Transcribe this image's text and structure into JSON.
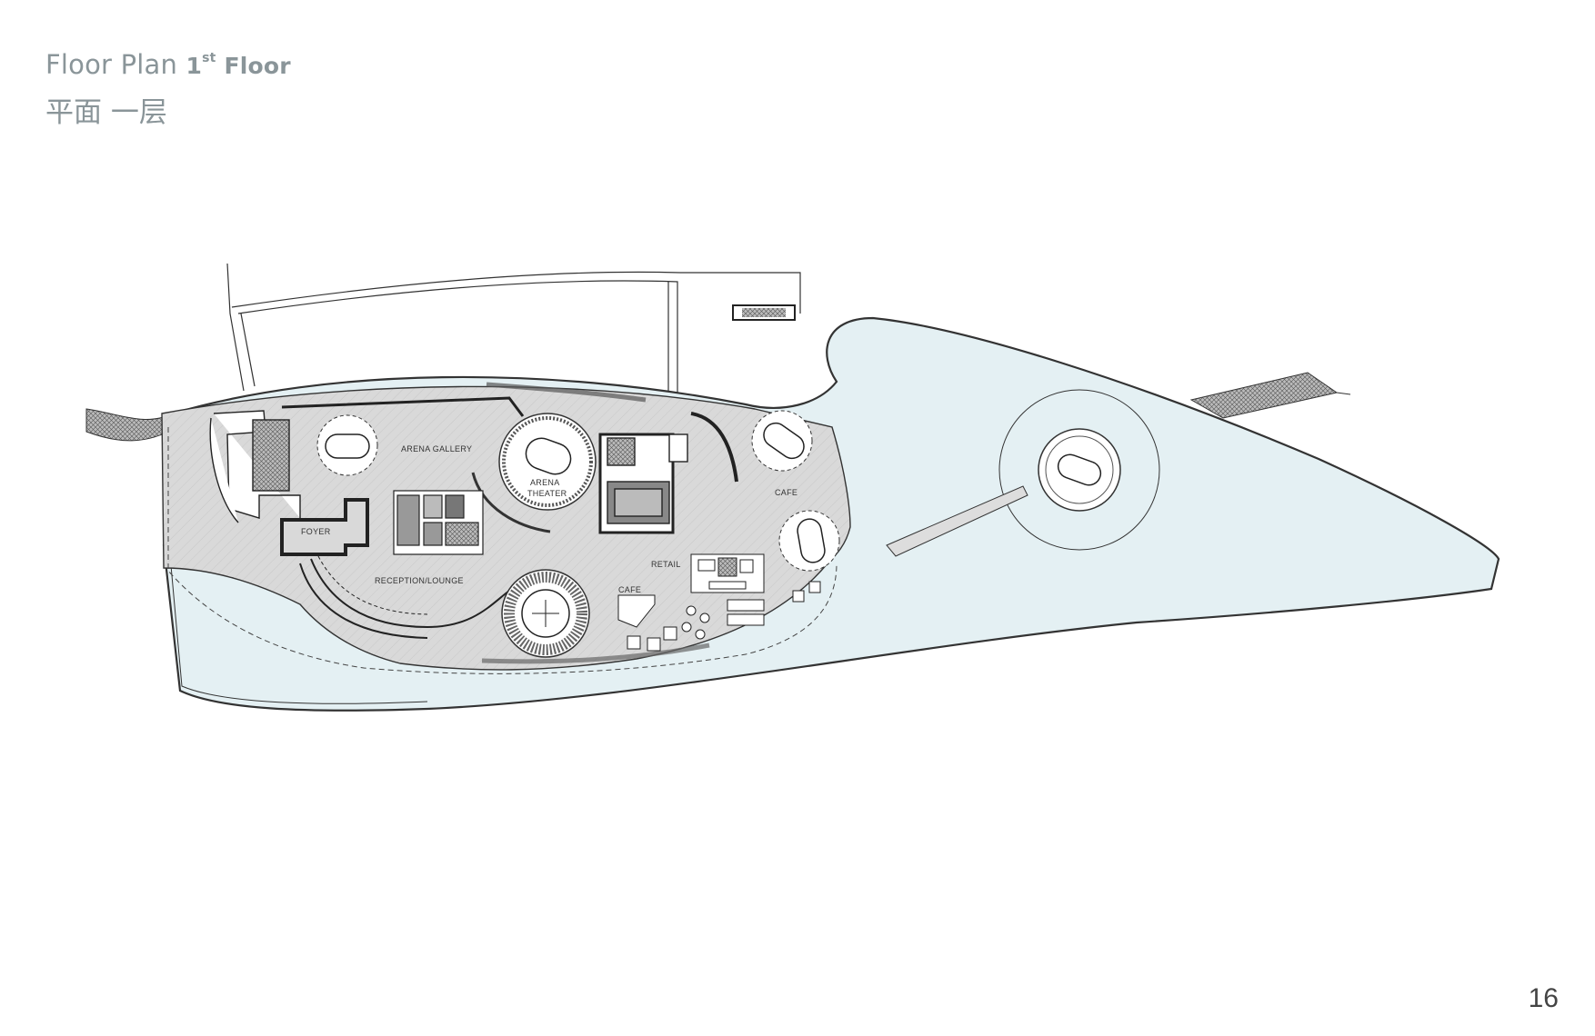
{
  "header": {
    "title_main": "Floor Plan",
    "title_floor_num": "1",
    "title_floor_sup": "st",
    "title_floor_word": "Floor",
    "title_cn": "平面 一层"
  },
  "plan": {
    "labels": {
      "arena_gallery": "ARENA GALLERY",
      "arena": "ARENA",
      "theater": "THEATER",
      "cafe_right": "CAFE",
      "foyer": "FOYER",
      "retail": "RETAIL",
      "reception": "RECEPTION/LOUNGE",
      "cafe_left": "CAFE"
    },
    "colors": {
      "water": "#e4f0f3",
      "floor": "#d9d9d9",
      "line": "#333333"
    }
  },
  "footer": {
    "page_number": "16"
  }
}
